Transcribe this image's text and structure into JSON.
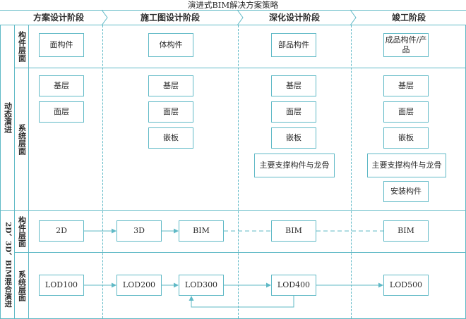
{
  "title": "演进式BIM解决方案策略",
  "phases": [
    "方案设计阶段",
    "施工图设计阶段",
    "深化设计阶段",
    "竣工阶段"
  ],
  "sections": {
    "dynamic": "动态演进",
    "mixed": "2D、3D、BIM混合演进"
  },
  "layers": {
    "component_top": "构件层面",
    "system_top": "系统层面",
    "component_bottom": "构件层面",
    "system_bottom": "系统层面"
  },
  "component_row": [
    "面构件",
    "体构件",
    "部品构件",
    "成品构件/产品"
  ],
  "system_col1": [
    "基层",
    "面层"
  ],
  "system_col2": [
    "基层",
    "面层",
    "嵌板"
  ],
  "system_col3": [
    "基层",
    "面层",
    "嵌板",
    "主要支撑构件与龙骨"
  ],
  "system_col4": [
    "基层",
    "面层",
    "嵌板",
    "主要支撑构件与龙骨",
    "安装构件"
  ],
  "mixed_component": [
    "2D",
    "3D",
    "BIM",
    "BIM",
    "BIM"
  ],
  "mixed_system": [
    "LOD100",
    "LOD200",
    "LOD300",
    "LOD400",
    "LOD500"
  ],
  "colors": {
    "accent": "#5fb9c6",
    "text": "#2b2b2b",
    "header_bg": "#ffffff"
  }
}
